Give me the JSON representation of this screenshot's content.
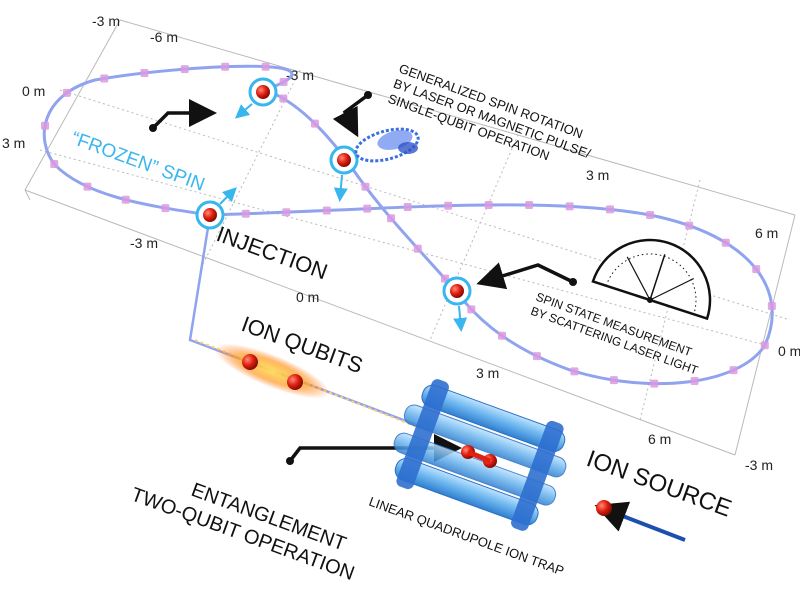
{
  "ticks": {
    "back_edge": [
      "-3 m",
      "-6 m"
    ],
    "left_edge": [
      "0 m",
      "3 m",
      "-3 m"
    ],
    "inner_left": [
      "-3 m"
    ],
    "mid_grid": [
      "0 m",
      "3 m",
      "6 m"
    ],
    "right_top": [
      "3 m",
      "6 m"
    ],
    "right_edge": [
      "0 m",
      "-3 m"
    ]
  },
  "labels": {
    "frozen_spin": "“FROZEN” SPIN",
    "injection": "INJECTION",
    "ion_qubits": "ION QUBITS",
    "spin_rotation": [
      "GENERALIZED SPIN ROTATION",
      "BY LASER OR MAGNETIC PULSE/",
      "SINGLE-QUBIT OPERATION"
    ],
    "spin_measurement": [
      "SPIN STATE MEASUREMENT",
      "BY SCATTERING LASER LIGHT"
    ],
    "entanglement": [
      "ENTANGLEMENT",
      "TWO-QUBIT OPERATION"
    ],
    "ion_trap": "LINEAR QUADRUPOLE ION TRAP",
    "ion_source": "ION SOURCE"
  },
  "colors": {
    "ring": "#8fa3ee",
    "magnet": "#d99ae0",
    "ion": "#e02010",
    "cyan_accent": "#38b6ee",
    "trap_blue": "#4aa0e6",
    "glow": "#ff9a20",
    "grid": "#b9b9b9"
  }
}
